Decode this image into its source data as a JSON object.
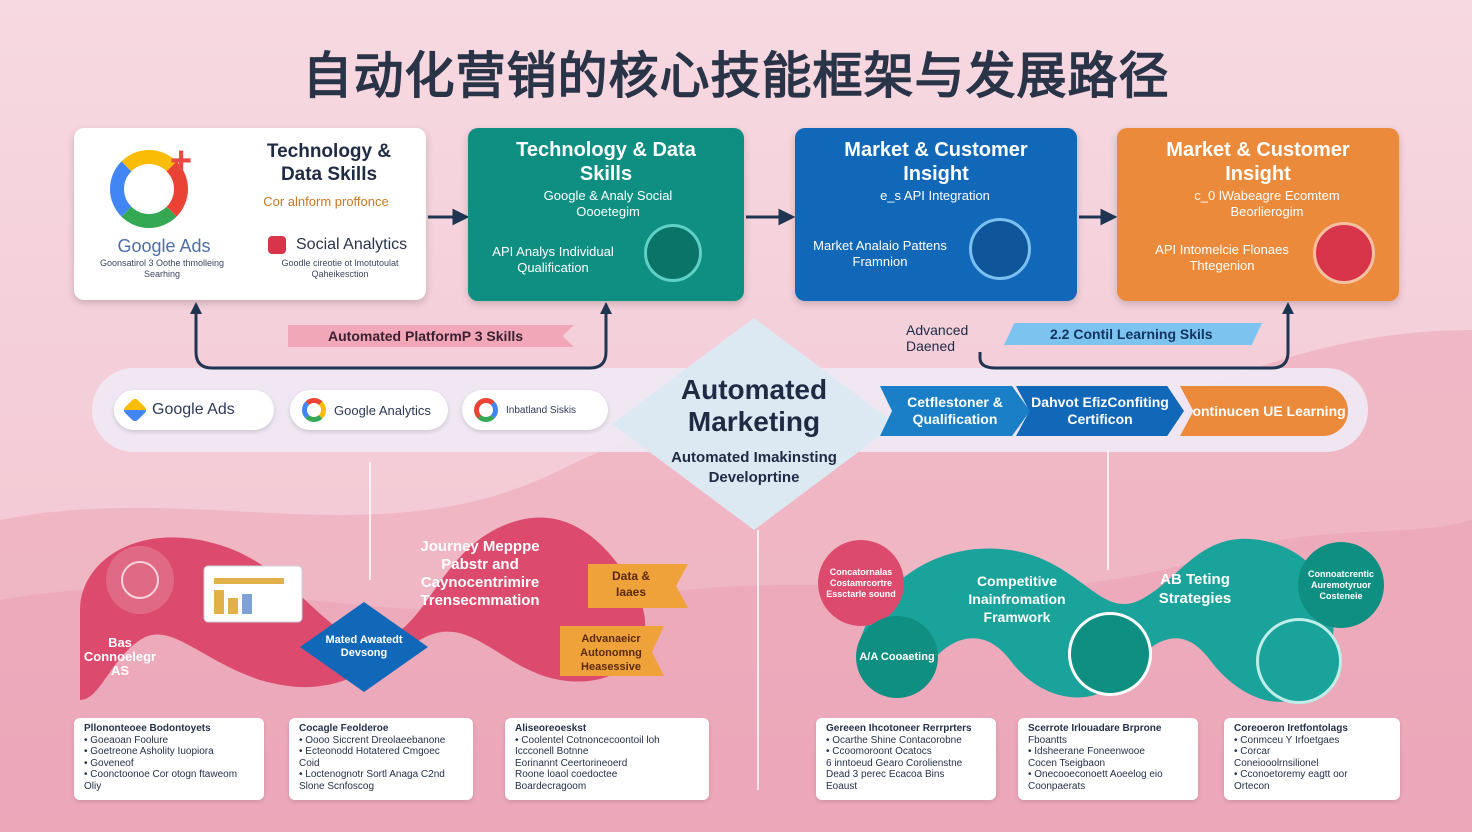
{
  "title": "自动化营销的核心技能框架与发展路径",
  "top_cards": [
    {
      "title": "Technology & Data Skills",
      "subtitle": "Cor alnform proffonce",
      "google_ads": "Google Ads",
      "google_ads_note": "Goonsatirol 3 Oothe thmolleing Searhing",
      "social": "Social Analytics",
      "social_note": "Goodle cireotie ot lmotutoulat Qaheikesction"
    },
    {
      "title": "Technology & Data Skills",
      "subtitle": "Google & Analy Social Oooetegim",
      "body": "API Analys Individual Qualification"
    },
    {
      "title": "Market & Customer Insight",
      "subtitle": "e_s API Integration",
      "body": "Market Analaio Pattens Framnion"
    },
    {
      "title": "Market & Customer Insight",
      "subtitle": "c_0 lWabeagre Ecomtem Beorlierogim",
      "body": "API Intomelcie Flonaes Thtegenion"
    }
  ],
  "ribbons": {
    "left": "Automated PlatformP 3 Skills",
    "right_prefix": "Advanced Daened",
    "right": "2.2 Contil Learning Skils"
  },
  "pills": [
    {
      "label": "Google Ads",
      "icon": "google-ads-icon"
    },
    {
      "label": "Google Analytics",
      "icon": "google-analytics-icon"
    },
    {
      "label": "Inbatland Siskis",
      "icon": "google-icon"
    }
  ],
  "center": {
    "title": "Automated Marketing",
    "subtitle": "Automated Imakinsting Developrtine"
  },
  "chevrons": [
    "Cetflestoner & Qualification",
    "Dahvot EfizConfiting Certificon",
    "Continucen UE Learning"
  ],
  "left_wave": {
    "base": "Bas Connoelegr AS",
    "journey": "Journey Mepppe Pabstr and Caynocentrimire Trensecmmation",
    "diamond": "Mated Awatedt Devsong",
    "data": "Data & Iaaes",
    "analysis": "Advanaeicr Autonomng Heasessive"
  },
  "right_wave": {
    "circle_1": "Concatornalas Costamrcortre Essctarle sound",
    "competitive": "Competitive Inainfromation Framwork",
    "ab": "AB Teting Strategies",
    "circle_2": "A/A Cooaeting",
    "circle_3": "Connoatcrentic Auremotyruor Costeneie"
  },
  "notes": [
    {
      "head": "Pllononteoee Bodontoyets",
      "lines": [
        "• Goeaoan Foolure",
        "• Goetreone Asholity Iuopiora",
        "• Goveneof",
        "• Coonctoonoe Cor otogn ftaweom Oliy"
      ]
    },
    {
      "head": "Cocagle Feolderoe",
      "lines": [
        "• Oooo Siccrent Dreolaeebanone",
        "• Ecteonodd Hotatered Cmgoec Coid",
        "• Loctenognotr Sortl Anaga C2nd",
        "  Slone Scnfoscog"
      ]
    },
    {
      "head": "Aliseoreoeskst",
      "lines": [
        "• Coolentel Cotnoncecoontoil loh",
        "  Iccconell Botnne",
        "  Eorinannt Ceertorineoerd",
        "  Roone loaol coedoctee",
        "  Boardecragoom"
      ]
    },
    {
      "head": "Gereeen Ihcotoneer Rerrprters",
      "lines": [
        "• Ocarthe Shine Contacorobne",
        "• Ccoomoroont Ocatocs",
        "  6 inntoeud Gearo Corolienstne",
        "  Dead 3 perec Ecacoa Bins",
        "  Eoaust"
      ]
    },
    {
      "head": "Scerrote Irlouadare Brprone",
      "lines": [
        "Fboantts",
        "• Idsheerane Foneenwooe",
        "  Cocen Tseigbaon",
        "• Onecooeconoett Aoeelog eio",
        "  Coonpaerats"
      ]
    },
    {
      "head": "Coreoeron Iretfontolags",
      "lines": [
        "• Conmceu Y Irfoetgaes",
        "• Corcar",
        "  Coneiooolrnsilionel",
        "• Cconoetoremy eagtt oor",
        "  Ortecon"
      ]
    }
  ],
  "colors": {
    "teal": "#0f8f82",
    "blue": "#1268b8",
    "orange": "#ea8a3a",
    "pink": "#dc4b6e",
    "navy": "#1f3552"
  }
}
